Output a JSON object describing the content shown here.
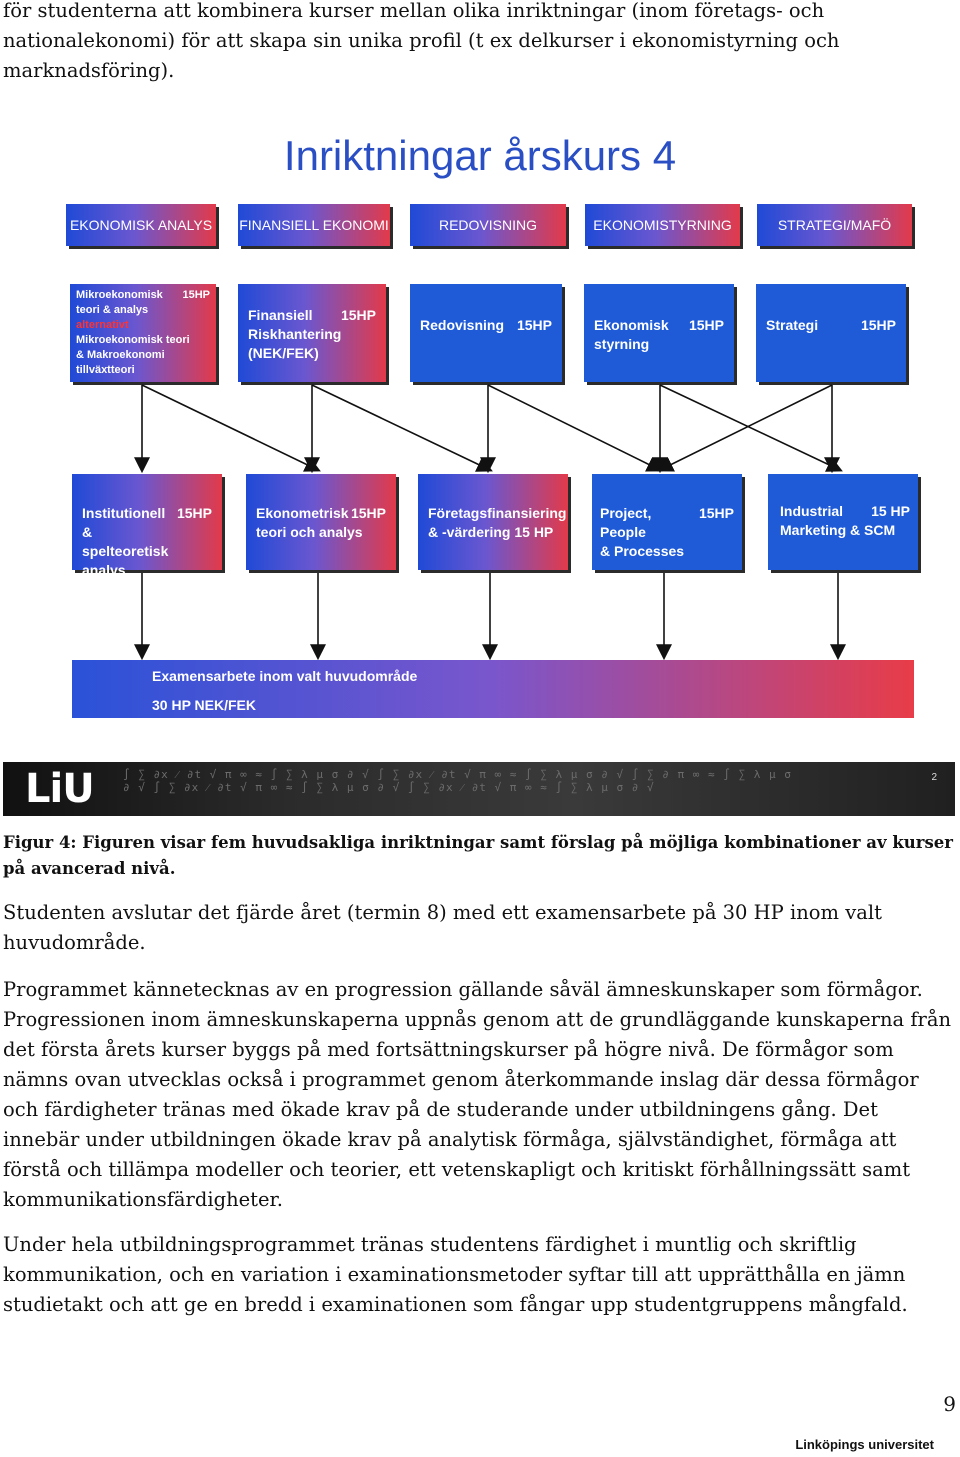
{
  "intro_text": "för studenterna att kombinera kurser mellan olika inriktningar (inom företags- och nationalekonomi) för att skapa sin unika profil (t ex delkurser i ekonomistyrning och marknadsföring).",
  "diagram": {
    "title": "Inriktningar årskurs 4",
    "tracks": [
      "EKONOMISK ANALYS",
      "FINANSIELL EKONOMI",
      "REDOVISNING",
      "EKONOMISTYRNING",
      "STRATEGI/MAFÖ"
    ],
    "row1": {
      "c1": {
        "line1": "Mikroekonomisk",
        "hp": "15HP",
        "line2": "teori & analys",
        "alt": "alternativt",
        "line3": "Mikroekonomisk teori",
        "line4": "& Makroekonomi",
        "line5": "tillväxtteori"
      },
      "c2": {
        "name": "Finansiell",
        "hp": "15HP",
        "line2": "Riskhantering",
        "line3": "(NEK/FEK)"
      },
      "c3": {
        "name": "Redovisning",
        "hp": "15HP"
      },
      "c4": {
        "name": "Ekonomisk",
        "hp": "15HP",
        "line2": "styrning"
      },
      "c5": {
        "name": "Strategi",
        "hp": "15HP"
      }
    },
    "row2": {
      "c1": {
        "name": "Institutionell &",
        "hp": "15HP",
        "line2": "spelteoretisk analys"
      },
      "c2": {
        "name": "Ekonometrisk",
        "hp": "15HP",
        "line2": "teori och analys"
      },
      "c3": {
        "name": "Företagsfinansiering",
        "line2": "& -värdering  15 HP"
      },
      "c4": {
        "name": "Project, People",
        "hp": "15HP",
        "line2": "& Processes"
      },
      "c5": {
        "name": "Industrial",
        "hp": "15 HP",
        "line2": "Marketing & SCM"
      }
    },
    "thesis": {
      "line1": "Examensarbete inom valt huvudområde",
      "line2": "30 HP NEK/FEK"
    },
    "banner": {
      "logo": "LiU",
      "slide_number": "2"
    }
  },
  "caption": "Figur 4: Figuren visar fem huvudsakliga inriktningar samt förslag på möjliga kombinationer av kurser på avancerad nivå.",
  "paragraphs": [
    "Studenten avslutar det fjärde året (termin 8) med ett examensarbete på 30 HP inom valt huvudområde.",
    "Programmet kännetecknas av en progression gällande såväl ämneskunskaper som förmågor. Progressionen inom ämneskunskaperna uppnås genom att de grundläggande kunskaperna från det första årets kurser byggs på med fortsättningskurser på högre nivå. De förmågor som nämns ovan utvecklas också i programmet genom återkommande inslag där dessa förmågor och färdigheter tränas med ökade krav på de studerande under utbildningens gång. Det innebär under utbildningen ökade krav på analytisk förmåga, självständighet, förmåga att förstå och tillämpa modeller och teorier, ett vetenskapligt och kritiskt förhållningssätt samt kommunikationsfärdigheter.",
    "Under hela utbildningsprogrammet tränas studentens färdighet i muntlig och skriftlig kommunikation, och en variation i examinationsmetoder syftar till att upprätthålla en jämn studietakt och att ge en bredd i examinationen som fångar upp studentgruppens mångfald."
  ],
  "page_number": "9",
  "footer_logo": "Linköpings universitet",
  "colors": {
    "title_blue": "#2a4fc4",
    "box_blue": "#1f5bd6",
    "accent_red": "#e23a4a"
  }
}
